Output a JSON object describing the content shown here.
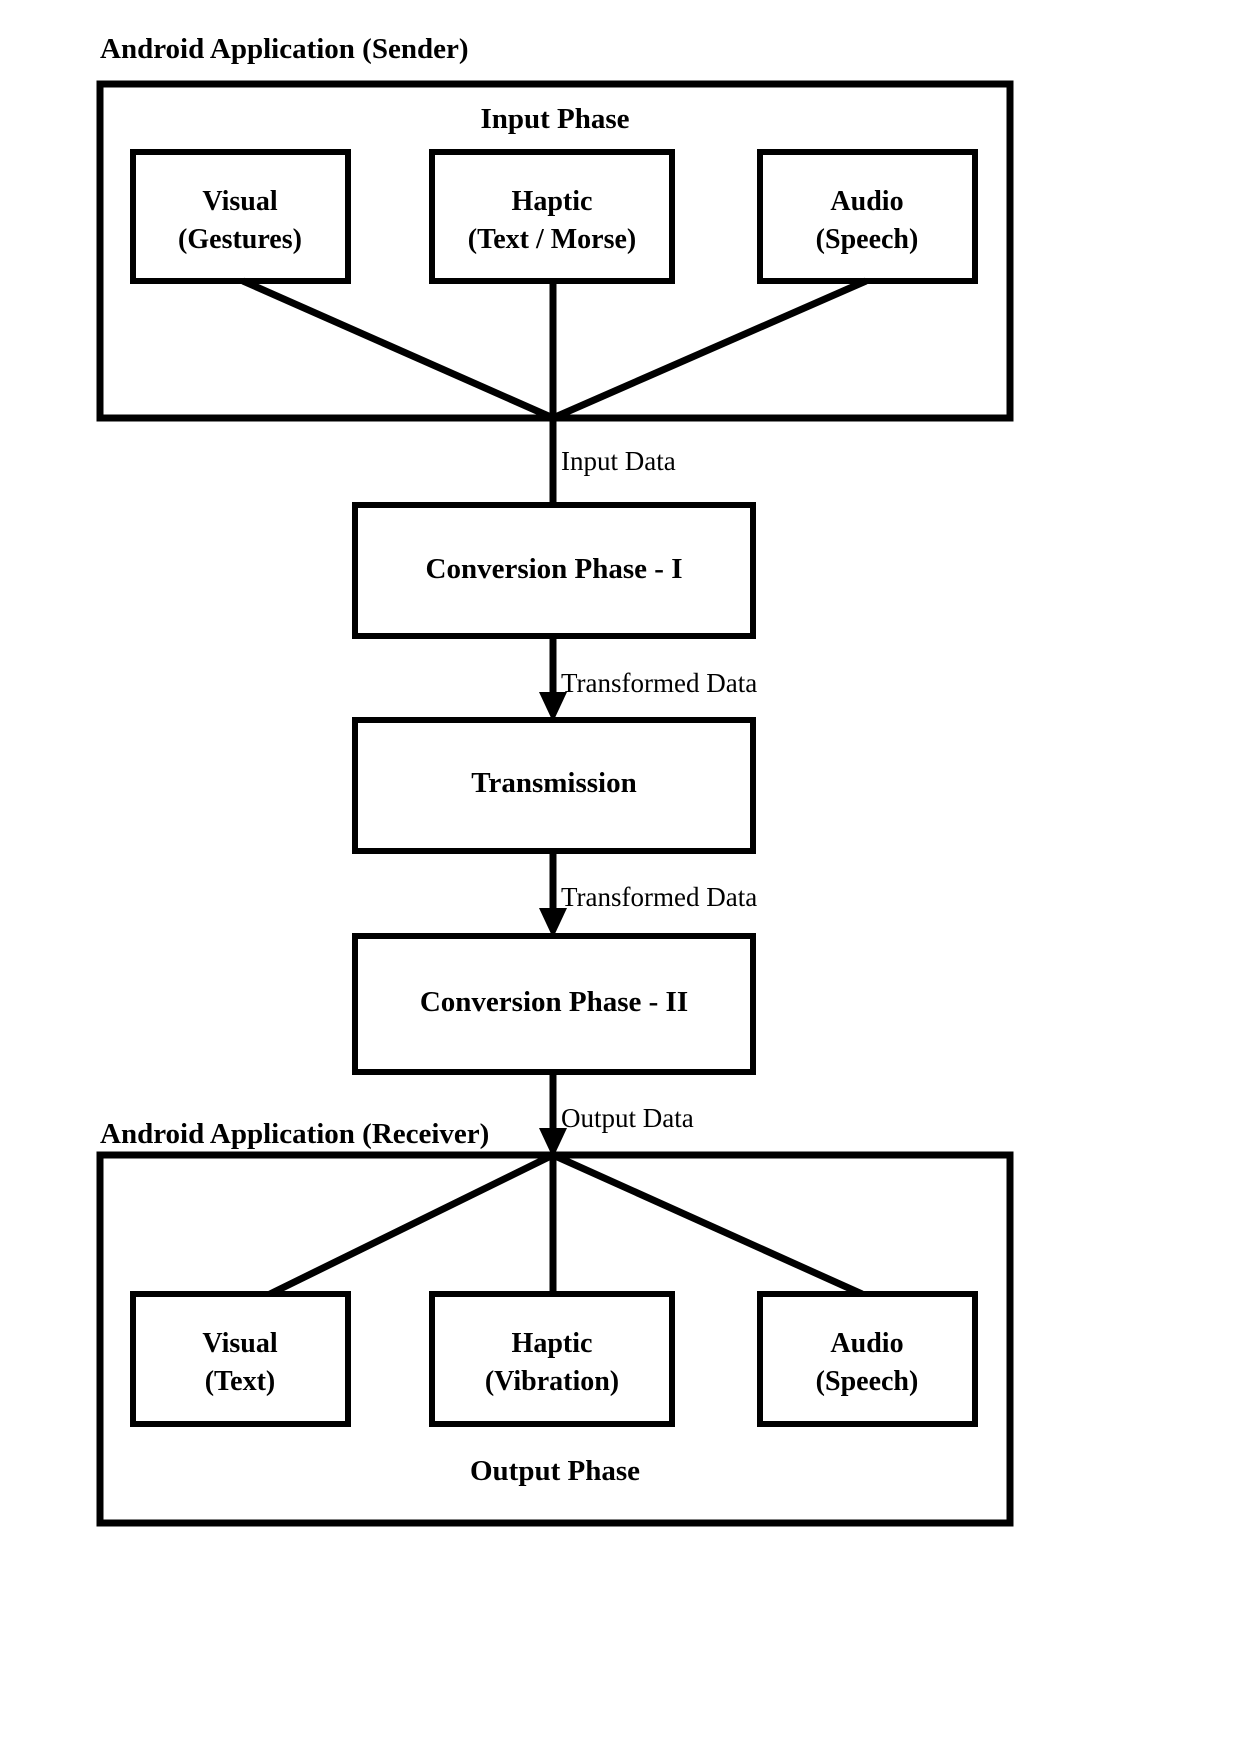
{
  "diagram": {
    "title_sender": "Android Application (Sender)",
    "title_receiver": "Android Application (Receiver)",
    "sender_phase_label": "Input Phase",
    "receiver_phase_label": "Output Phase",
    "input_nodes": [
      {
        "line1": "Visual",
        "line2": "(Gestures)"
      },
      {
        "line1": "Haptic",
        "line2": "(Text / Morse)"
      },
      {
        "line1": "Audio",
        "line2": "(Speech)"
      }
    ],
    "output_nodes": [
      {
        "line1": "Visual",
        "line2": "(Text)"
      },
      {
        "line1": "Haptic",
        "line2": "(Vibration)"
      },
      {
        "line1": "Audio",
        "line2": "(Speech)"
      }
    ],
    "stages": [
      {
        "label": "Conversion Phase - I"
      },
      {
        "label": "Transmission"
      },
      {
        "label": "Conversion Phase - II"
      }
    ],
    "edge_labels": [
      {
        "text": "Input Data"
      },
      {
        "text": "Transformed Data"
      },
      {
        "text": "Transformed Data"
      },
      {
        "text": "Output Data"
      }
    ],
    "colors": {
      "stroke": "#000000",
      "background": "#ffffff",
      "text": "#000000"
    }
  }
}
